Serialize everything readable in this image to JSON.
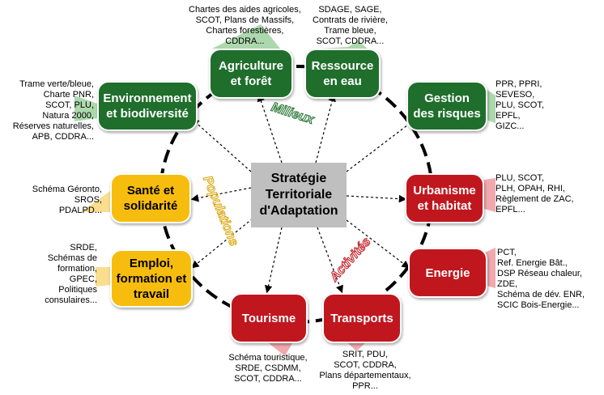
{
  "center": {
    "label": "Stratégie\nTerritoriale\nd'Adaptation"
  },
  "arc_labels": {
    "milieux": {
      "text": "Milieux",
      "color": "#ffffff",
      "stroke": "#1f6e2b"
    },
    "populations": {
      "text": "Populations",
      "color": "#ffffff",
      "stroke": "#f7bd0e"
    },
    "activites": {
      "text": "Activités",
      "color": "#ffffff",
      "stroke": "#c0171f"
    }
  },
  "nodes": [
    {
      "id": "agriculture",
      "label": "Agriculture\net forêt",
      "color": "green",
      "note": "Chartes des aides agricoles,\nSCOT, Plans de Massifs,\nChartes forestières,\nCDDRA..."
    },
    {
      "id": "ressource",
      "label": "Ressource\nen eau",
      "color": "green",
      "note": "SDAGE, SAGE,\nContrats de rivière,\nTrame bleue,\nSCOT, CDDRA..."
    },
    {
      "id": "environnement",
      "label": "Environnement\net biodiversité",
      "color": "green",
      "note": "Trame verte/bleue,\nCharte PNR,\nSCOT, PLU,\nNatura 2000,\nRéserves naturelles,\nAPB, CDDRA..."
    },
    {
      "id": "risques",
      "label": "Gestion\ndes risques",
      "color": "green",
      "note": "PPR, PPRI,\nSEVESO,\nPLU, SCOT,\nEPFL,\nGIZC..."
    },
    {
      "id": "sante",
      "label": "Santé et\nsolidarité",
      "color": "yellow",
      "note": "Schéma Géronto,\nSROS,\nPDALPD..."
    },
    {
      "id": "urbanisme",
      "label": "Urbanisme\net habitat",
      "color": "red",
      "note": "PLU, SCOT,\nPLH, OPAH, RHI,\nRèglement de ZAC,\nEPFL..."
    },
    {
      "id": "emploi",
      "label": "Emploi,\nformation et\ntravail",
      "color": "yellow",
      "note": "SRDE,\nSchémas de\nformation,\nGPEC,\nPolitiques\nconsulaires..."
    },
    {
      "id": "energie",
      "label": "Energie",
      "color": "red",
      "note": "PCT,\nRef. Energie Bât.,\nDSP Réseau chaleur,\nZDE,\nSchéma de dév. ENR,\nSCIC Bois-Energie..."
    },
    {
      "id": "tourisme",
      "label": "Tourisme",
      "color": "red",
      "note": "Schéma touristique,\nSRDE, CSDMM,\nSCOT, CDDRA..."
    },
    {
      "id": "transports",
      "label": "Transports",
      "color": "red",
      "note": "SRIT, PDU,\nSCOT, CDDRA,\nPlans départementaux,\nPPR..."
    }
  ]
}
